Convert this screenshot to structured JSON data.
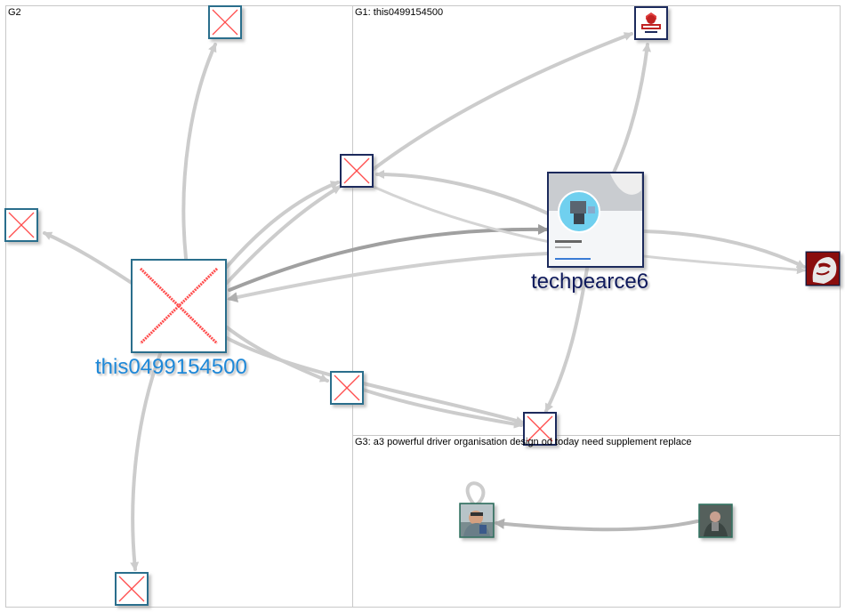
{
  "groups": [
    {
      "id": "g1",
      "label": "G1: this0499154500"
    },
    {
      "id": "g2",
      "label": "G2"
    },
    {
      "id": "g3",
      "label": "G3: a3 powerful driver organisation design od today need supplement replace"
    }
  ],
  "nodes": {
    "this0499154500": {
      "label": "this0499154500",
      "label_color": "#1e88d8",
      "image": "broken-image",
      "frame_color": "#2c6e8c"
    },
    "techpearce6": {
      "label": "techpearce6",
      "label_color": "#0f1a5c",
      "image": "profile-card-thumbnail",
      "frame_color": "#1b2a5c"
    }
  },
  "colors": {
    "edge": "#cccccc",
    "edge_dark": "#a0a0a0",
    "group_border": "#c8c8c8",
    "broken_x": "#ff4d4d"
  }
}
